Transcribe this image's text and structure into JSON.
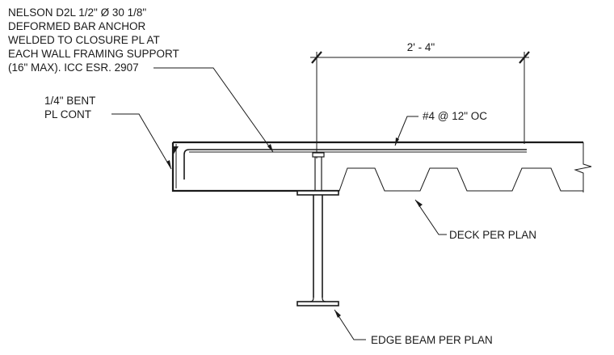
{
  "title": "",
  "labels": {
    "anchor_line1": "NELSON D2L 1/2\" Ø 30 1/8\"",
    "anchor_line2": "DEFORMED BAR ANCHOR",
    "anchor_line3": "WELDED TO CLOSURE PL AT",
    "anchor_line4": "EACH WALL FRAMING SUPPORT",
    "anchor_line5": "(16\" MAX). ICC ESR. 2907",
    "bent_pl_line1": "1/4\" BENT",
    "bent_pl_line2": "PL CONT",
    "dimension": "2' - 4\"",
    "rebar": "#4 @ 12\" OC",
    "deck": "DECK PER PLAN",
    "beam": "EDGE BEAM PER PLAN"
  }
}
